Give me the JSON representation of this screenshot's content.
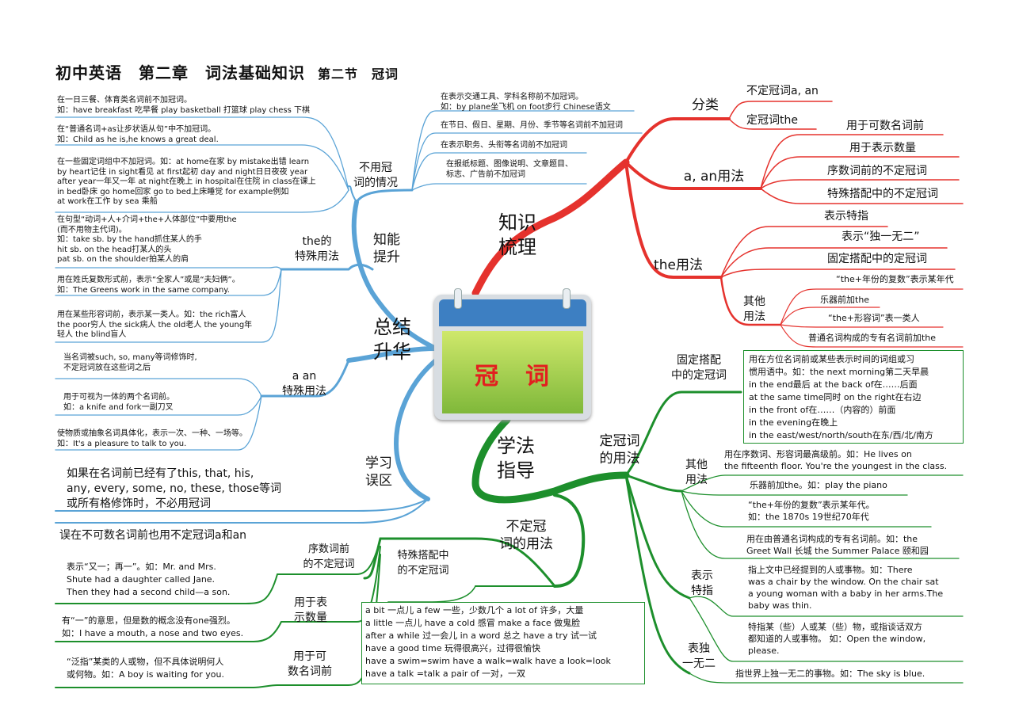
{
  "title": {
    "main": "初中英语　第二章　词法基础知识",
    "sub": "第二节　冠词"
  },
  "center": {
    "label": "冠　词"
  },
  "colors": {
    "red": "#e5322d",
    "blue": "#5aa3d6",
    "green": "#1d8f2c"
  },
  "red": {
    "main": "知识\n梳理",
    "fenlei": "分类",
    "fenlei_items": [
      "不定冠词a, an",
      "定冠词the"
    ],
    "aan": "a, an用法",
    "aan_items": [
      "用于可数名词前",
      "用于表示数量",
      "序数词前的不定冠词",
      "特殊搭配中的不定冠词"
    ],
    "the": "the用法",
    "the_items": [
      "表示特指",
      "表示“独一无二”",
      "固定搭配中的定冠词"
    ],
    "other": "其他\n用法",
    "other_items": [
      "“the+年份的复数”表示某年代",
      "乐器前加the",
      "“the+形容词”表一类人",
      "普通名词构成的专有名词前加the"
    ]
  },
  "blue": {
    "zhineng": "知能\n提升",
    "buyong": "不用冠\n词的情况",
    "buyong_left": [
      "在一日三餐、体育类名词前不加冠词。\n如：have breakfast 吃早餐  play basketball 打篮球      play chess 下棋",
      "在“普通名词+as让步状语从句”中不加冠词。\n如：Child as he is,he knows a great deal.",
      "在一些固定词组中不加冠词。如：at home在家  by mistake出错  learn\nby heart记住  in sight看见  at first起初  day and night日日夜夜  year\nafter year一年又一年  at night在晚上  in hospital在住院  in class在课上\nin bed卧床  go home回家  go to bed上床睡觉  for example例如\nat work在工作  by sea 乘船"
    ],
    "buyong_right": [
      "在表示交通工具、学科名称前不加冠词。\n如：by plane坐飞机  on foot步行  Chinese语文",
      "在节日、假日、星期、月份、季节等名词前不加冠词",
      "在表示职务、头衔等名词前不加冠词",
      "在报纸标题、图像说明、文章题目、\n标志、广告前不加冠词"
    ],
    "the_special": "the的\n特殊用法",
    "the_special_items": [
      "在句型“动词+人+介词+the+人体部位”中要用the\n(而不用物主代词)。\n如：take sb. by the hand抓住某人的手\n       hit sb. on the head打某人的头\n       pat sb. on the shoulder拍某人的肩",
      "用在姓氏复数形式前，表示“全家人”或是“夫妇俩”。\n如：The Greens work in the same company.",
      "用在某些形容词前，表示某一类人。如：the rich富人\nthe poor穷人  the sick病人  the old老人  the young年\n轻人  the blind盲人"
    ],
    "zongjie": "总结\n升华",
    "aan_special": "a  an\n特殊用法",
    "aan_special_items": [
      "当名词被such, so, many等词修饰时,\n不定冠词放在这些词之后",
      "用于可视为一体的两个名词前。\n如：a knife and fork一副刀叉",
      "使物质或抽象名词具体化，表示一次、一种、一场等。\n如：It's a pleasure to talk to you."
    ],
    "wuqu": "学习\n误区",
    "wuqu_items": [
      "如果在名词前已经有了this, that, his,\nany, every, some, no, these, those等词\n或所有格修饰时，不必用冠词",
      "误在不可数名词前也用不定冠词a和an"
    ]
  },
  "green": {
    "main": "学法\n指导",
    "ding": "定冠词\n的用法",
    "guding": "固定搭配\n中的定冠词",
    "guding_box": "用在方位名词前或某些表示时间的词组或习\n惯用语中。如：the next morning第二天早晨\nin the end最后  at the back of在……后面\nat the same time同时  on the right在右边\nin the front of在……（内容的）前面\nin the evening在晚上\nin the east/west/north/south在东/西/北/南方",
    "qita": "其他\n用法",
    "qita_items": [
      "用在序数词、形容词最高级前。如：He lives on\nthe fifteenth floor. You're the youngest in the class.",
      "乐器前加the。如：play the piano",
      "“the+年份的复数”表示某年代。\n如：the 1870s 19世纪70年代",
      "用在由普通名词构成的专有名词前。如：the\nGreet Wall 长城  the Summer Palace 颐和园"
    ],
    "biaoshi": "表示\n特指",
    "biaoshi_items": [
      "指上文中已经提到的人或事物。如：There\nwas a chair by the window. On the chair sat\na young woman with a baby in her arms.The\nbaby was thin.",
      "特指某（些）人或某（些）物，或指谈话双方\n都知道的人或事物。 如：Open the window,\nplease."
    ],
    "duyi": "表独\n一无二",
    "duyi_item": "指世界上独一无二的事物。如：The sky is blue.",
    "buding": "不定冠\n词的用法",
    "teshu": "特殊搭配中\n的不定冠词",
    "teshu_box": "a bit 一点儿     a few 一些，少数几个   a lot of 许多，大量\na little 一点儿     have a cold 感冒        make a face  做鬼脸\nafter a while 过一会儿     in a word 总之     have a try 试一试\nhave a good time 玩得很高兴，过得很愉快\nhave a swim=swim     have a walk=walk    have a look=look\nhave a talk =talk    a pair of 一对，一双",
    "xushu": "序数词前\n的不定冠词",
    "xushu_item": "表示“又一；再一”。如：Mr. and Mrs.\nShute had a daughter called Jane.\nThen they had a second child—a son.",
    "shuliang": "用于表\n示数量",
    "shuliang_item": "有“一”的意思，但是数的概念没有one强烈。\n如：I have a mouth, a nose and two eyes.",
    "keshu": "用于可\n数名词前",
    "keshu_item": "“泛指”某类的人或物，但不具体说明何人\n或何物。如：A boy is waiting for you."
  }
}
